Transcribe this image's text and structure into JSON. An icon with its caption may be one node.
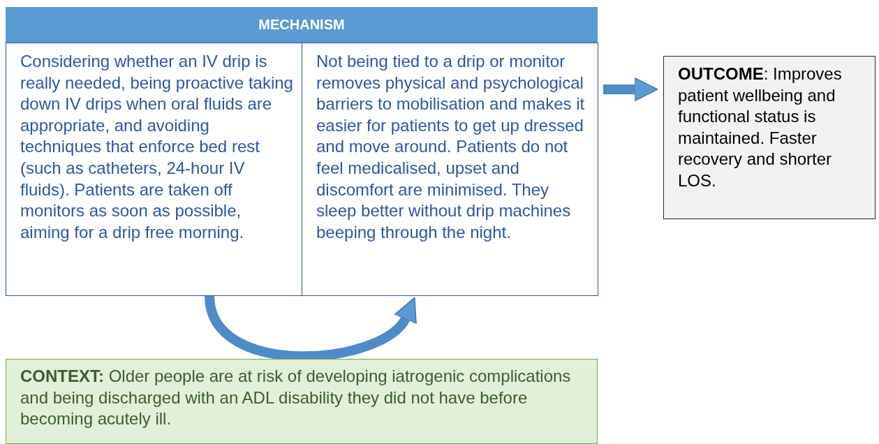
{
  "diagram": {
    "nodes": [
      {
        "text": [
          "MECHANISM"
        ]
      },
      {
        "text": [
          "Considering whether an IV drip is really needed, being proactive taking down IV drips when oral fluids are appropriate, and avoiding techniques that enforce bed rest (such as catheters, 24-hour IV fluids). Patients are taken off monitors as soon as possible, aiming for a drip free morning."
        ],
        "in": 0
      },
      {
        "text": [
          "Not being tied to a drip or monitor removes physical and psychological barriers to mobilisation and makes it easier for patients to get up dressed and move around.  Patients do not feel medicalised, upset and discomfort are minimised. They sleep better without drip machines beeping through the night."
        ],
        "in": 0
      },
      {
        "text": [
          "**OUTCOME**: Improves patient wellbeing and functional status is maintained. Faster recovery and shorter LOS."
        ]
      },
      {
        "text": [
          "**CONTEXT:** Older people are at risk of developing iatrogenic complications and being discharged with an ADL disability they did not have before becoming acutely ill."
        ]
      }
    ],
    "edges": [
      {
        "from": 0,
        "to": 3,
        "arrow": "to"
      },
      {
        "from": 1,
        "to": 2,
        "arrow": "to"
      }
    ]
  }
}
